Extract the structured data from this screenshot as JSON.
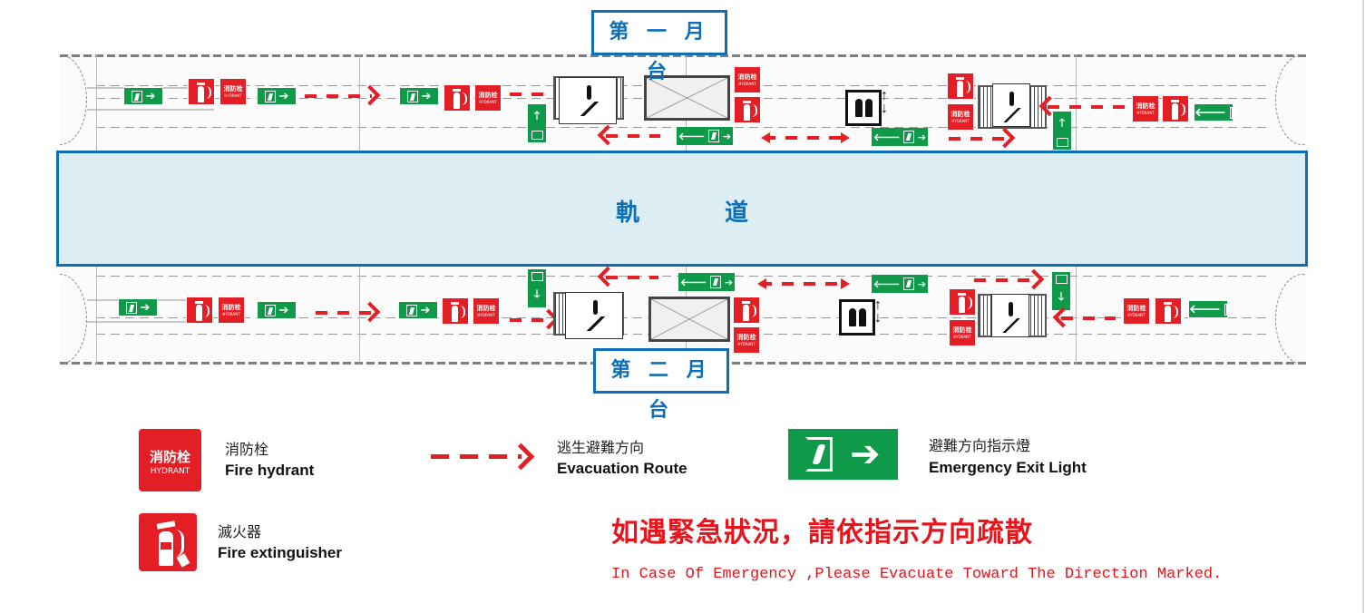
{
  "map": {
    "platform_1_label": "第 一 月 台",
    "platform_2_label": "第 二 月 台",
    "track_label_left": "軌",
    "track_label_right": "道",
    "hydrant_sign_zh": "消防栓",
    "hydrant_sign_en": "HYDRANT",
    "exit_arrow_right": "➔",
    "exit_arrow_left": "🡐",
    "exit_arrow_up": "🡑",
    "exit_arrow_down": "🡓",
    "exit_small_label": "EXIT",
    "updown_glyph": "↕"
  },
  "icons": {
    "exit_sign": "running-man-exit-icon",
    "hydrant": "fire-hydrant-icon",
    "extinguisher": "fire-extinguisher-icon",
    "stairs": "stairs-down-icon",
    "elevator": "elevator-icon",
    "route": "evacuation-route-arrow"
  },
  "colors": {
    "track_fill": "#dcedf4",
    "track_border": "#0d6fb8",
    "fire_red": "#e31e24",
    "exit_green": "#0e9a48",
    "warning_red": "#e8141b"
  },
  "legend": {
    "hydrant": {
      "icon_zh": "消防栓",
      "icon_en": "HYDRANT",
      "label_zh": "消防栓",
      "label_en": "Fire hydrant"
    },
    "route": {
      "label_zh": "逃生避難方向",
      "label_en": "Evacuation Route"
    },
    "exit_light": {
      "label_zh": "避難方向指示燈",
      "label_en": "Emergency Exit Light",
      "arrow": "➔"
    },
    "extinguisher": {
      "label_zh": "滅火器",
      "label_en": "Fire extinguisher"
    }
  },
  "notice": {
    "zh": "如遇緊急狀況，請依指示方向疏散",
    "en": "In Case Of Emergency ,Please Evacuate Toward The Direction Marked."
  }
}
